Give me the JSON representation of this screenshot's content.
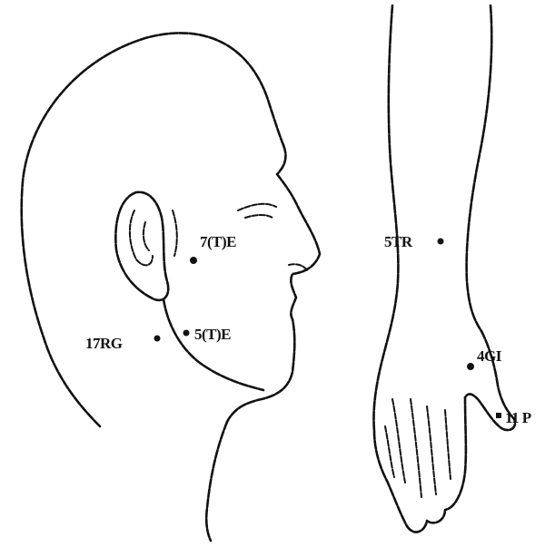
{
  "points": [
    {
      "id": "face_upper",
      "label": "7(T)E"
    },
    {
      "id": "face_lower",
      "label": "5(T)E"
    },
    {
      "id": "neck",
      "label": "17RG"
    },
    {
      "id": "forearm",
      "label": "5TR"
    },
    {
      "id": "wrist",
      "label": "4GI"
    },
    {
      "id": "thumb",
      "label": "11 P"
    }
  ]
}
